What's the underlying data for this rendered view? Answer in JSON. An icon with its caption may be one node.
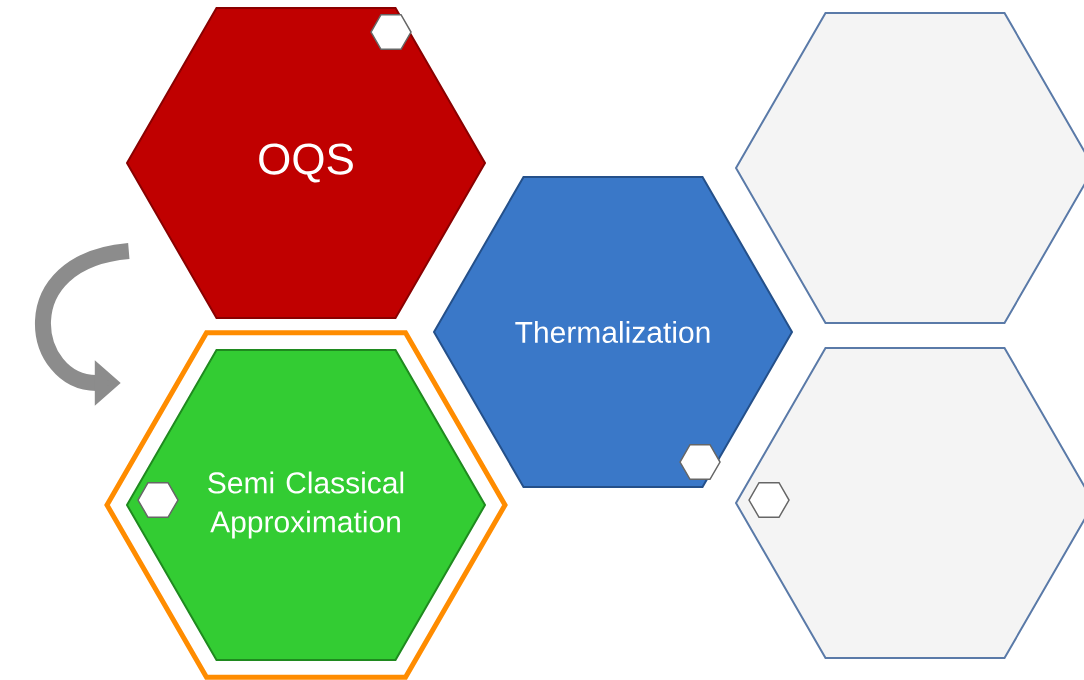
{
  "diagram": {
    "nodes": [
      {
        "text": [
          "OQS"
        ]
      },
      {
        "text": [
          "Thermalization"
        ]
      },
      {
        "text": [
          "Semi Classical Approximation"
        ]
      },
      {
        "text": [],
        "shape": "hexagon"
      },
      {
        "text": [],
        "shape": "hexagon"
      }
    ],
    "edges": [
      {
        "from": 0,
        "to": 2,
        "arrow": "to"
      }
    ]
  }
}
